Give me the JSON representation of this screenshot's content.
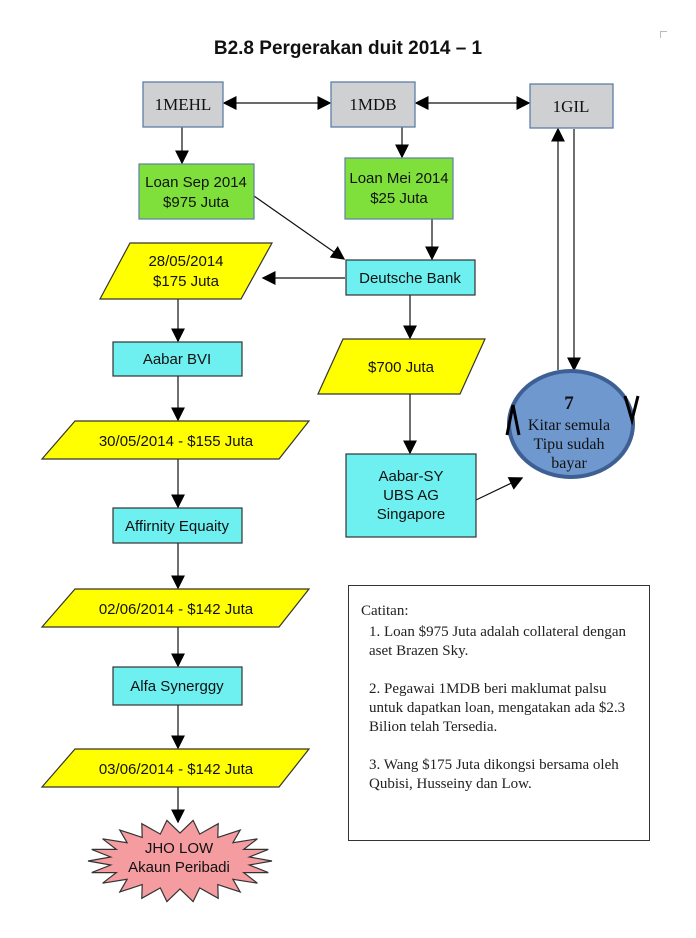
{
  "title": "B2.8 Pergerakan duit 2014 – 1",
  "colors": {
    "entity_gray": "#cfd0d2",
    "loan_green": "#7fe03c",
    "bank_cyan": "#6ef0f0",
    "transfer_yellow": "#ffff00",
    "circle_blue": "#6f98cf",
    "burst_pink": "#f49ca0"
  },
  "nodes": {
    "mehl": "1MEHL",
    "mdb": "1MDB",
    "gil": "1GIL",
    "loan_sep": [
      "Loan Sep 2014",
      "$975 Juta"
    ],
    "loan_mei": [
      "Loan Mei 2014",
      "$25 Juta"
    ],
    "deutsche": "Deutsche Bank",
    "t2805": [
      "28/05/2014",
      "$175 Juta"
    ],
    "aabar_bvi": "Aabar BVI",
    "t700": "$700 Juta",
    "t3005": "30/05/2014 - $155 Juta",
    "aabar_sy": [
      "Aabar-SY",
      "UBS AG",
      "Singapore"
    ],
    "affirnity": "Affirnity Equaity",
    "t0206": "02/06/2014 - $142 Juta",
    "alfa": "Alfa Synerggy",
    "t0306": "03/06/2014 - $142 Juta",
    "jho": [
      "JHO LOW",
      "Akaun Peribadi"
    ],
    "kitar": [
      "7",
      "Kitar semula",
      "Tipu sudah",
      "bayar"
    ]
  },
  "notes": {
    "heading": "Catitan:",
    "items": [
      "1. Loan $975 Juta adalah collateral dengan aset Brazen Sky.",
      "2. Pegawai 1MDB beri maklumat palsu untuk dapatkan loan, mengatakan ada $2.3 Bilion telah Tersedia.",
      "3. Wang $175 Juta dikongsi bersama oleh Qubisi, Husseiny dan Low."
    ]
  }
}
